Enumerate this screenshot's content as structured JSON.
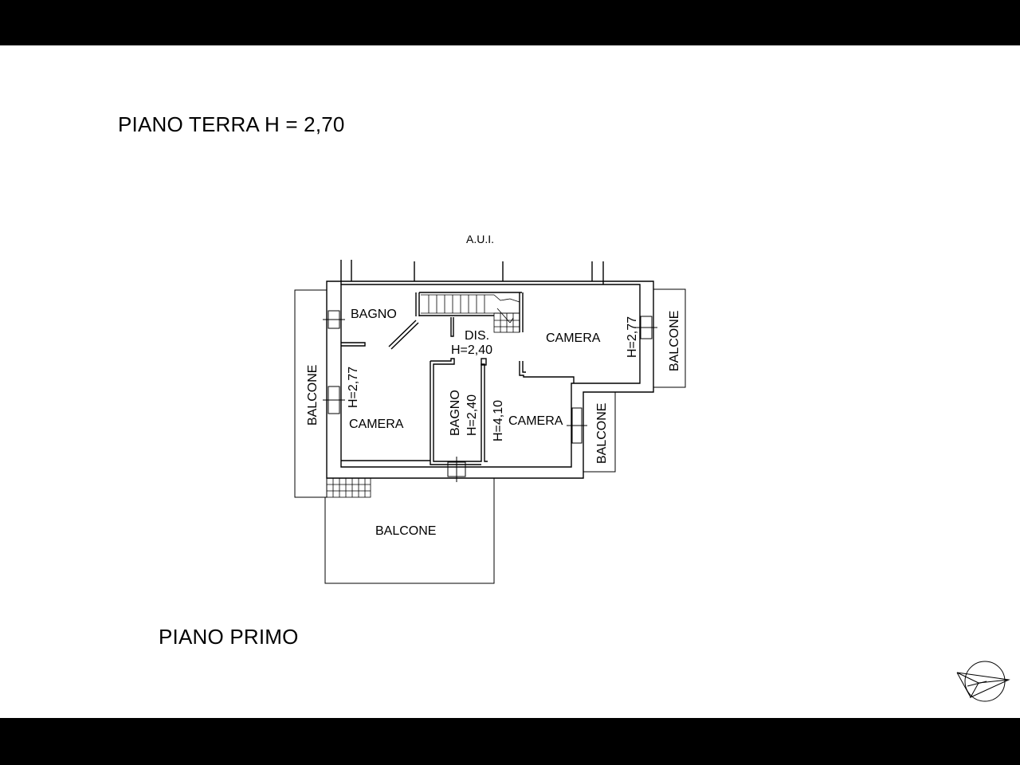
{
  "titles": {
    "ground_floor": "PIANO TERRA H = 2,70",
    "first_floor": "PIANO PRIMO"
  },
  "labels": {
    "aui": "A.U.I.",
    "bagno_top": "BAGNO",
    "dis": "DIS.",
    "dis_height": "H=2,40",
    "camera_right": "CAMERA",
    "h_right": "H=2,77",
    "balcone_right": "BALCONE",
    "balcone_left": "BALCONE",
    "h_left": "H=2,77",
    "camera_left": "CAMERA",
    "bagno_mid": "BAGNO",
    "bagno_mid_height": "H=2,40",
    "h_mid": "H=4,10",
    "camera_mid": "CAMERA",
    "balcone_small": "BALCONE",
    "balcone_bottom": "BALCONE"
  },
  "colors": {
    "frame": "#000000",
    "paper": "#ffffff",
    "ink": "#000000"
  },
  "icons": {
    "north_arrow": "compass-north-arrow-icon"
  }
}
